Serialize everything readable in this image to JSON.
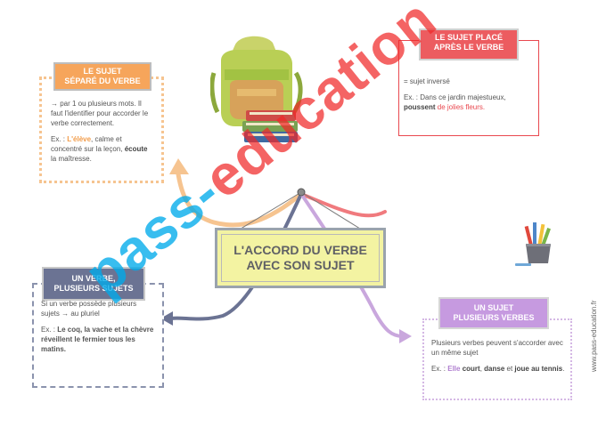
{
  "center": {
    "line1": "L'ACCORD DU VERBE",
    "line2": "AVEC SON SUJET"
  },
  "box_top_left": {
    "title_line1": "LE SUJET",
    "title_line2": "SÉPARÉ DU VERBE",
    "text": "→ par 1 ou plusieurs mots. Il faut l'identifier pour accorder le verbe correctement.",
    "ex_label": "Ex. : ",
    "ex_subject": "L'élève",
    "ex_mid": ", calme et concentré sur la leçon, ",
    "ex_verb": "écoute",
    "ex_end": " la maîtresse."
  },
  "box_top_right": {
    "title_line1": "LE SUJET PLACÉ",
    "title_line2": "APRÈS LE VERBE",
    "text": "= sujet inversé",
    "ex_label": "Ex. : ",
    "ex_start": "Dans ce jardin majestueux, ",
    "ex_verb": "poussent",
    "ex_end": " de jolies fleurs."
  },
  "box_bottom_left": {
    "title_line1": "UN VERBE,",
    "title_line2": "PLUSIEURS SUJETS",
    "text": "Si un verbe possède plusieurs sujets → au pluriel",
    "ex_label": "Ex. : ",
    "ex_body": "Le coq, la vache et la chèvre réveillent le fermier tous les matins."
  },
  "box_bottom_right": {
    "title_line1": "UN SUJET",
    "title_line2": "PLUSIEURS VERBES",
    "text": "Plusieurs verbes peuvent s'accorder avec un même sujet",
    "ex_label": "Ex. : ",
    "ex_subject": "Elle",
    "ex_v1": " court",
    "ex_sep1": ", ",
    "ex_v2": "danse",
    "ex_sep2": " et ",
    "ex_v3": "joue au tennis",
    "ex_end": "."
  },
  "watermark": {
    "part1": "pass-",
    "part2": "education"
  },
  "side_url": "www.pass-education.fr",
  "colors": {
    "orange": "#f6a55b",
    "red": "#e9484f",
    "slate": "#6b7393",
    "purple": "#b07fd0",
    "center_bg": "#f3f3a2"
  }
}
